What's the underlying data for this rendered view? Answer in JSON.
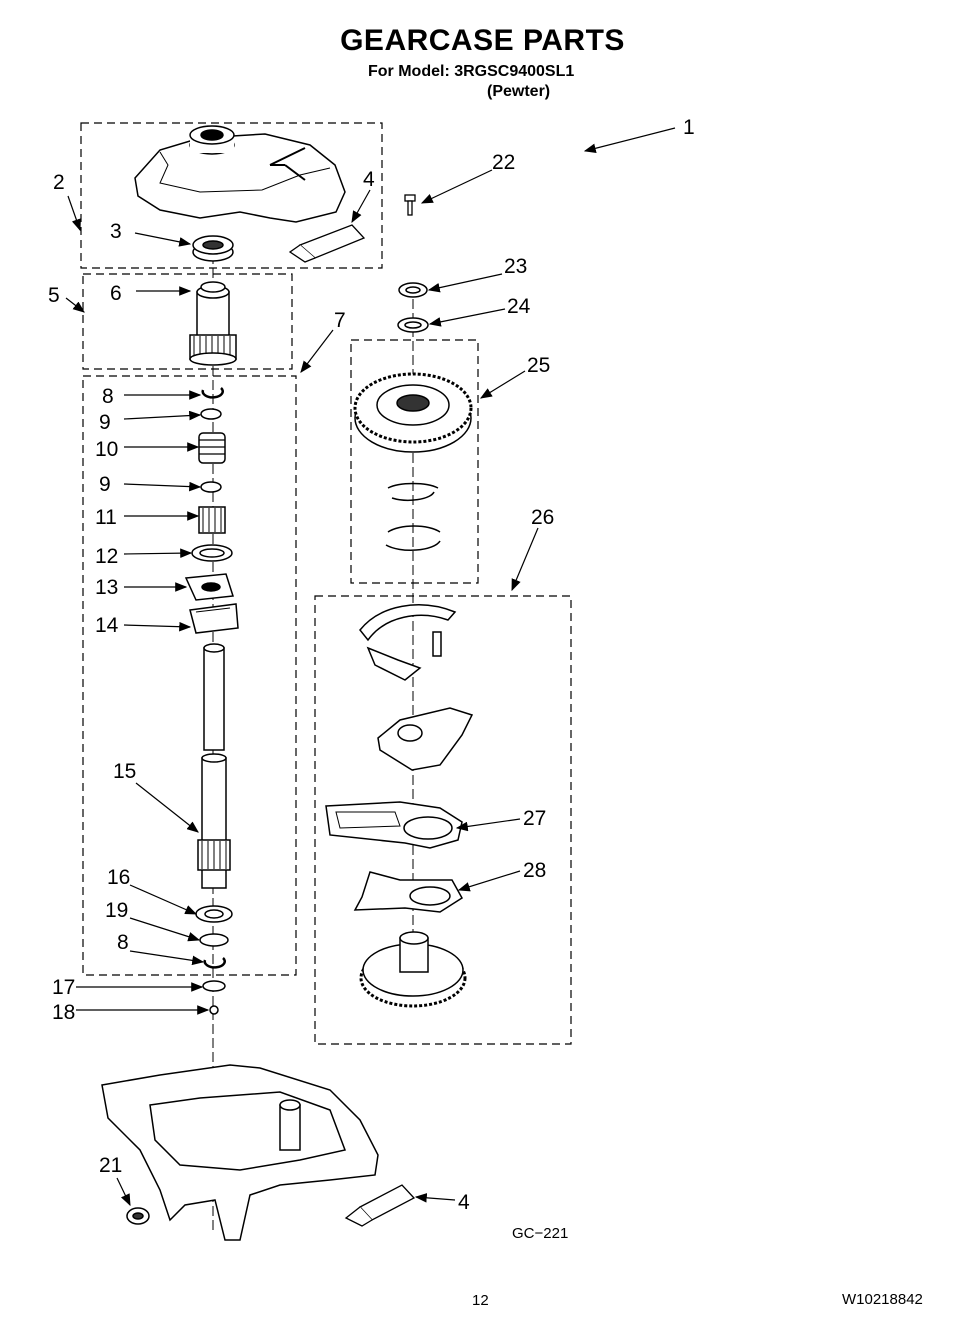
{
  "header": {
    "title": "GEARCASE PARTS",
    "model_line": "For Model: 3RGSC9400SL1",
    "color_line": "(Pewter)"
  },
  "diagram": {
    "ref_code": "GC−221",
    "callouts": [
      "1",
      "2",
      "3",
      "4",
      "5",
      "6",
      "7",
      "8",
      "9",
      "10",
      "9",
      "11",
      "12",
      "13",
      "14",
      "15",
      "16",
      "19",
      "8",
      "17",
      "18",
      "21",
      "4",
      "22",
      "23",
      "24",
      "25",
      "26",
      "27",
      "28"
    ]
  },
  "footer": {
    "page_number": "12",
    "doc_number": "W10218842"
  }
}
